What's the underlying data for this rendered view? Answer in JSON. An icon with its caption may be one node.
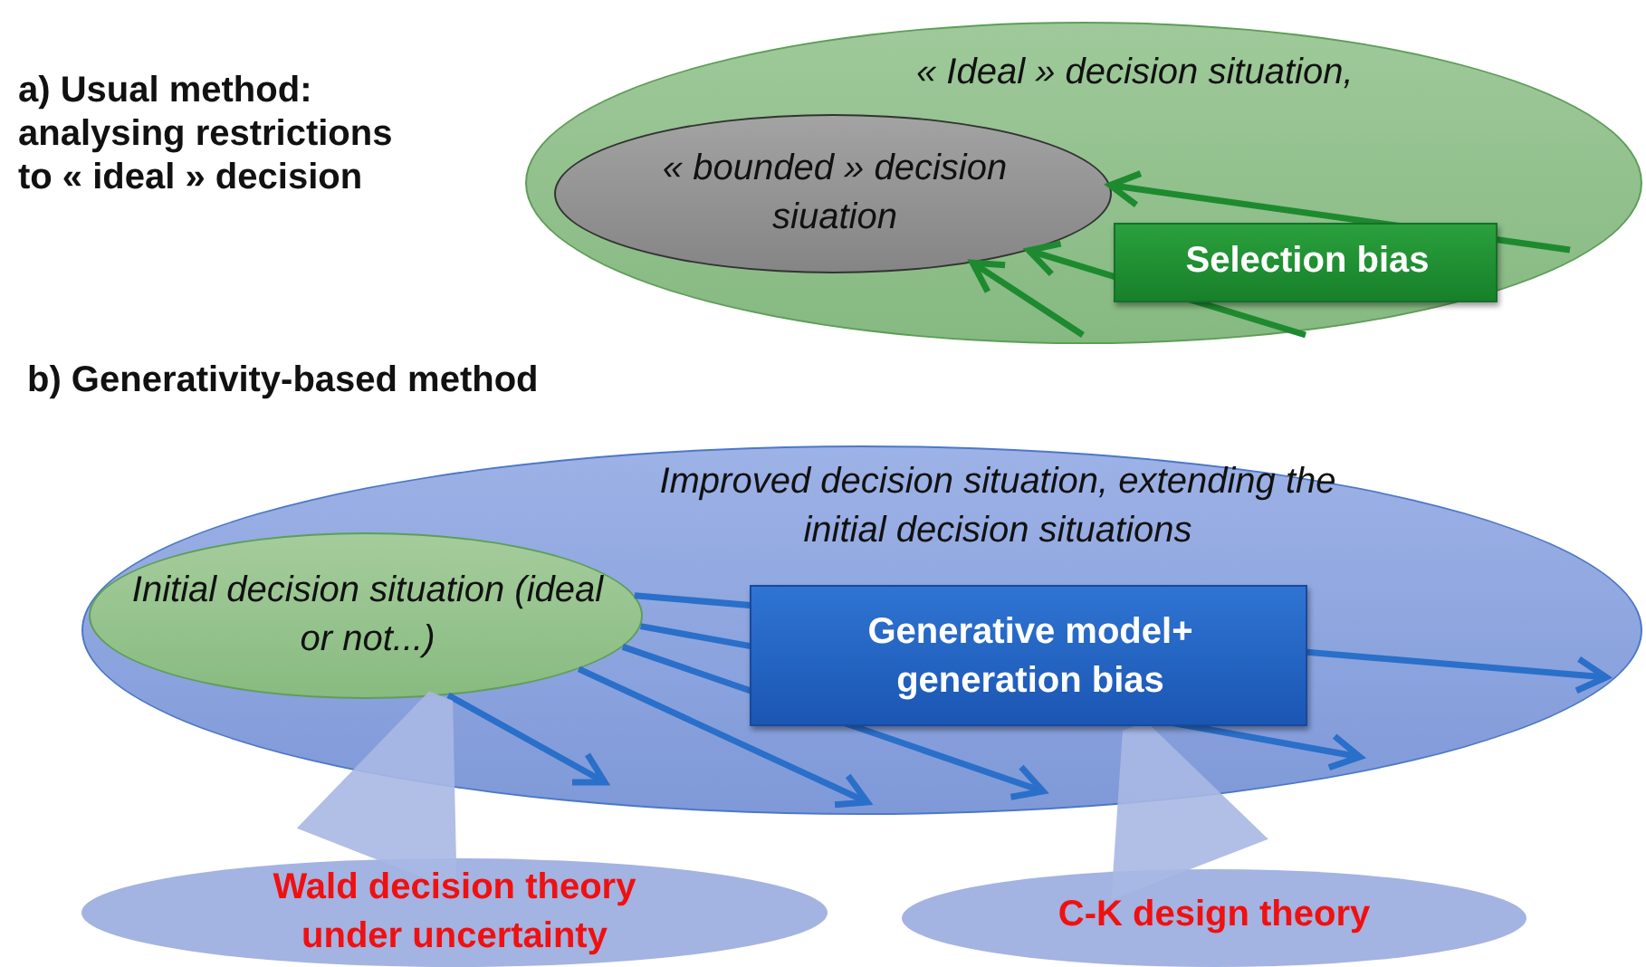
{
  "diagram": {
    "nodes": [
      {
        "text": [
          "« Ideal » decision situation,"
        ]
      },
      {
        "text": [
          "« bounded » decision siuation"
        ],
        "in": 0
      },
      {
        "text": [
          "Selection bias"
        ],
        "in": 0
      },
      {
        "text": [
          "Improved decision situation, extending the initial decision situations"
        ]
      },
      {
        "text": [
          "Initial decision situation (ideal or not...)"
        ],
        "in": 3
      },
      {
        "text": [
          "Generative model+ generation bias"
        ],
        "in": 3
      },
      {
        "text": [
          "Wald decision theory under uncertainty"
        ]
      },
      {
        "text": [
          "C-K design theory"
        ]
      }
    ],
    "edges": [
      {
        "from": null,
        "to": 1,
        "arrow": "to",
        "color": "#1e8a30"
      },
      {
        "from": null,
        "to": 1,
        "arrow": "to",
        "color": "#1e8a30"
      },
      {
        "from": null,
        "to": 1,
        "arrow": "to",
        "color": "#1e8a30"
      },
      {
        "from": 4,
        "to": null,
        "arrow": "to"
      },
      {
        "from": 4,
        "to": null,
        "arrow": "to"
      },
      {
        "from": 4,
        "to": null,
        "arrow": "to"
      },
      {
        "from": 4,
        "to": null,
        "arrow": "to"
      },
      {
        "from": 4,
        "to": null,
        "arrow": "to"
      },
      {
        "from": 6,
        "to": 4,
        "arrow": "none",
        "color": "#a9b8e4"
      },
      {
        "from": 7,
        "to": 5,
        "arrow": "none",
        "color": "#a9b8e4"
      }
    ],
    "labels": [
      "a) Usual method: analysing restrictions to « ideal » decision",
      "b) Generativity-based method"
    ]
  }
}
